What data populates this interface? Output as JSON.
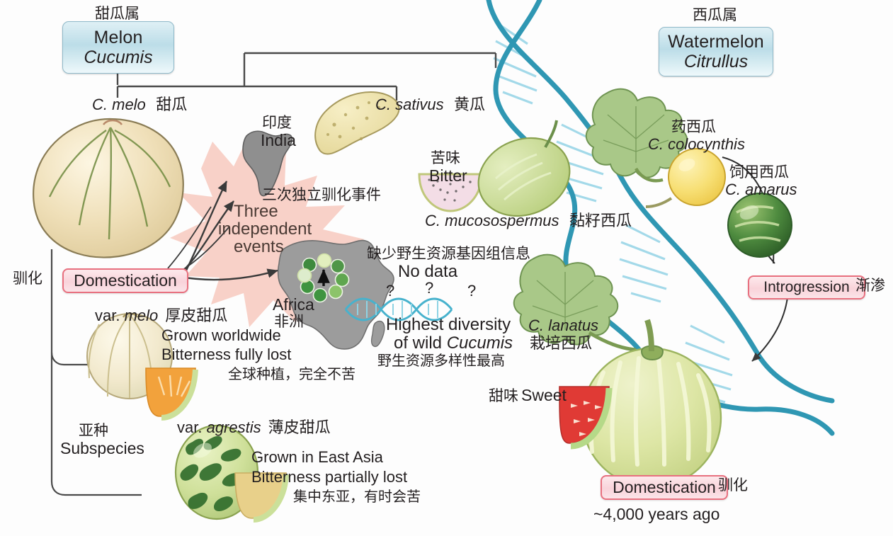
{
  "figure": {
    "type": "diagram",
    "subject": "Domestication history of melon (Cucumis) and watermelon (Citrullus)"
  },
  "genus_boxes": [
    {
      "cn": "甜瓜属",
      "en": "Melon",
      "latin": "Cucumis"
    },
    {
      "cn": "西瓜属",
      "en": "Watermelon",
      "latin": "Citrullus"
    }
  ],
  "melon_side": {
    "species_melo": {
      "latin": "C. melo",
      "cn": "甜瓜"
    },
    "species_sativus": {
      "latin": "C. sativus",
      "cn": "黄瓜"
    },
    "domestication_label": "Domestication",
    "domestication_cn": "驯化",
    "subspecies_cn": "亚种",
    "subspecies_en": "Subspecies",
    "burst": {
      "cn": "三次独立驯化事件",
      "l1": "Three",
      "l2": "independent",
      "l3": "events"
    },
    "india": {
      "cn": "印度",
      "en": "India"
    },
    "africa": {
      "cn": "非洲",
      "en": "Africa"
    },
    "no_data": {
      "cn": "缺少野生资源基因组信息",
      "en": "No data"
    },
    "diversity": {
      "l1": "Highest diversity",
      "l2": "of wild ",
      "l2_ital": "Cucumis",
      "cn": "野生资源多样性最高"
    },
    "question_marks": [
      "?",
      "?",
      "?"
    ],
    "var_melo": {
      "prefix": "var. ",
      "latin": "melo",
      "cn": "厚皮甜瓜",
      "line1": "Grown worldwide",
      "line2": "Bitterness fully lost",
      "cn_line": "全球种植，完全不苦"
    },
    "var_agrestis": {
      "prefix": "var. ",
      "latin": "agrestis",
      "cn": "薄皮甜瓜",
      "line1": "Grown in East Asia",
      "line2": "Bitterness partially lost",
      "cn_line": "集中东亚，有时会苦"
    }
  },
  "watermelon_side": {
    "bitter": {
      "cn": "苦味",
      "en": "Bitter"
    },
    "mucosospermus": {
      "latin": "C. mucosospermus",
      "cn": "黏籽西瓜"
    },
    "colocynthis": {
      "cn": "药西瓜",
      "latin": "C. colocynthis"
    },
    "amarus": {
      "cn": "饲用西瓜",
      "latin": "C. amarus"
    },
    "lanatus": {
      "latin": "C. lanatus",
      "cn": "栽培西瓜"
    },
    "sweet": {
      "cn": "甜味",
      "en": "Sweet"
    },
    "introgression_label": "Introgression",
    "introgression_cn": "渐渗",
    "domestication_label": "Domestication",
    "domestication_cn": "驯化",
    "age": "~4,000 years ago"
  },
  "colors": {
    "genus_box_border": "#8fb9c9",
    "genus_box_fill": "#bcdde8",
    "pink_box_border": "#e8707f",
    "pink_box_fill": "#f9d3da",
    "dna_teal": "#2f97b3",
    "dna_rung": "#9fd8e8",
    "burst_pink": "#f7cfc6",
    "map_grey": "#9a9a9a",
    "tree_line": "#4a4a4a",
    "melon_cream": "#ecdcb4",
    "watermelon_green": "#cfdd94",
    "flesh_red": "#e03a35",
    "flesh_orange": "#f2a23c",
    "leaf_green": "#93b777"
  }
}
